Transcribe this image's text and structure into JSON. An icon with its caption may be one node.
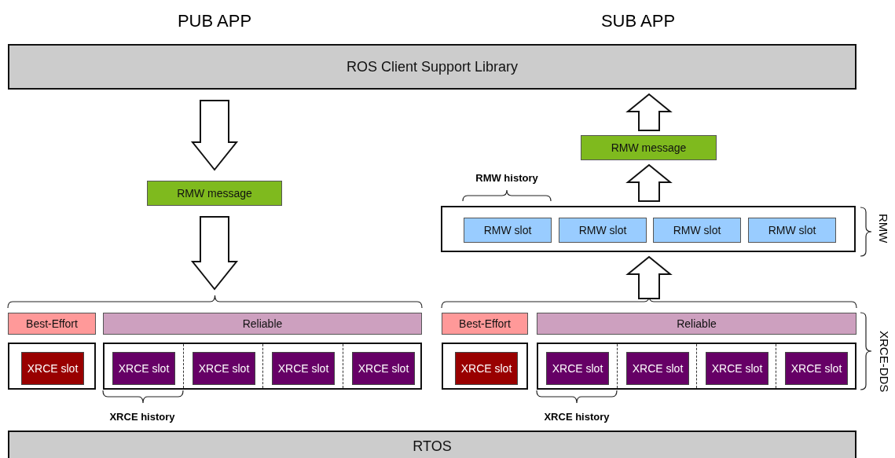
{
  "diagram": {
    "nodes": [
      {
        "text": [
          "ROS Client Support Library"
        ]
      },
      {
        "text": [
          "RMW message"
        ]
      },
      {
        "text": [
          "Best-Effort"
        ]
      },
      {
        "text": [
          "Reliable"
        ]
      },
      {
        "text": [],
        "shape": "box"
      },
      {
        "text": [
          "XRCE slot"
        ],
        "in": 4
      },
      {
        "text": [],
        "shape": "box"
      },
      {
        "text": [
          "XRCE slot"
        ],
        "in": 6
      },
      {
        "text": [
          "XRCE slot"
        ],
        "in": 6
      },
      {
        "text": [
          "XRCE slot"
        ],
        "in": 6
      },
      {
        "text": [
          "XRCE slot"
        ],
        "in": 6
      },
      {
        "text": [
          "RMW message"
        ]
      },
      {
        "text": [],
        "shape": "box"
      },
      {
        "text": [
          "RMW slot"
        ],
        "in": 12
      },
      {
        "text": [
          "RMW slot"
        ],
        "in": 12
      },
      {
        "text": [
          "RMW slot"
        ],
        "in": 12
      },
      {
        "text": [
          "RMW slot"
        ],
        "in": 12
      },
      {
        "text": [
          "Best-Effort"
        ]
      },
      {
        "text": [
          "Reliable"
        ]
      },
      {
        "text": [],
        "shape": "box"
      },
      {
        "text": [
          "XRCE slot"
        ],
        "in": 19
      },
      {
        "text": [],
        "shape": "box"
      },
      {
        "text": [
          "XRCE slot"
        ],
        "in": 21
      },
      {
        "text": [
          "XRCE slot"
        ],
        "in": 21
      },
      {
        "text": [
          "XRCE slot"
        ],
        "in": 21
      },
      {
        "text": [
          "XRCE slot"
        ],
        "in": 21
      },
      {
        "text": [
          "RTOS"
        ]
      }
    ],
    "edges": [
      {
        "from": 0,
        "to": 1,
        "arrow": "to"
      },
      {
        "from": 1,
        "to": null,
        "arrow": "to"
      },
      {
        "from": null,
        "to": 12,
        "arrow": "to"
      },
      {
        "from": 12,
        "to": 11,
        "arrow": "to"
      },
      {
        "from": 11,
        "to": 0,
        "arrow": "to"
      }
    ],
    "labels": [
      "PUB APP",
      "SUB APP",
      "RMW history",
      "RMW",
      "XRCE-DDS",
      "XRCE history",
      "XRCE history"
    ]
  }
}
